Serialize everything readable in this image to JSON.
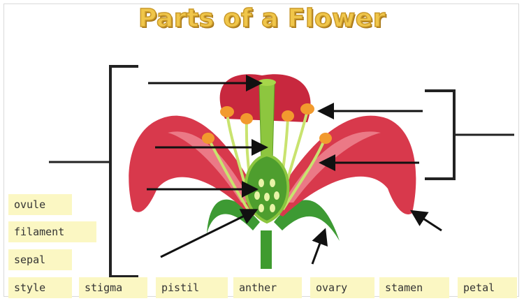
{
  "title": "Parts of a Flower",
  "word_bank": {
    "side": [
      "ovule",
      "filament",
      "sepal"
    ],
    "bottom": [
      "style",
      "stigma",
      "pistil",
      "anther",
      "ovary",
      "stamen",
      "petal"
    ]
  },
  "colors": {
    "title_fill": "#f0c64a",
    "chip_bg": "#fbf7c3",
    "petal": "#d8394c",
    "petal_light": "#f08a95",
    "pistil": "#8dc63f",
    "stem": "#3f9b2f",
    "anther": "#f29a2e"
  }
}
